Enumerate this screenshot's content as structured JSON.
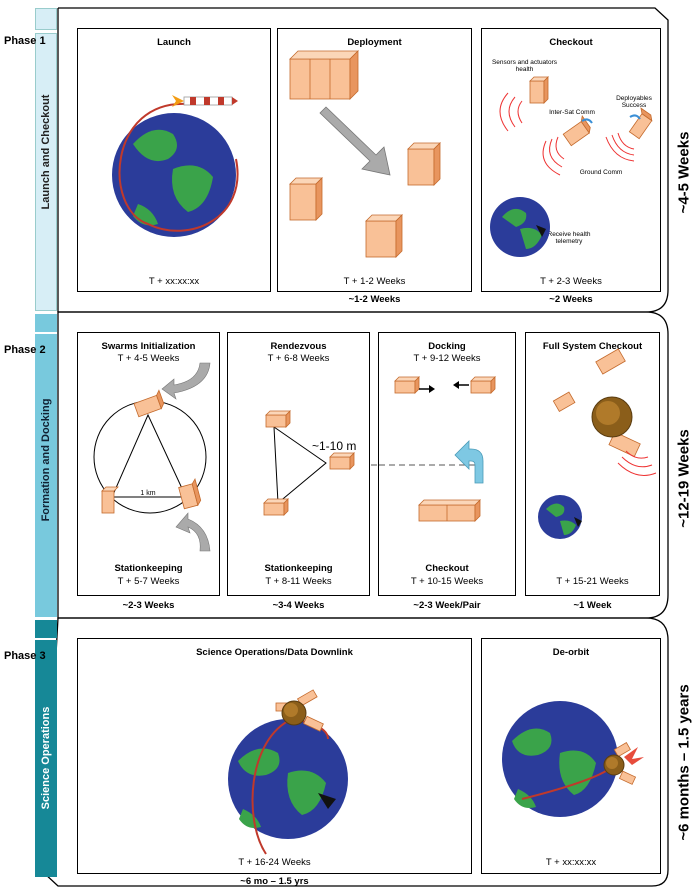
{
  "phases": [
    {
      "label": "Phase 1",
      "sidebar": "Launch and Checkout",
      "duration": "~4-5 Weeks",
      "panels": [
        {
          "title": "Launch",
          "time": "T + xx:xx:xx",
          "duration": ""
        },
        {
          "title": "Deployment",
          "time": "T + 1-2 Weeks",
          "duration": "~1-2 Weeks"
        },
        {
          "title": "Checkout",
          "time": "T + 2-3 Weeks",
          "duration": "~2 Weeks",
          "annotations": {
            "sensors": "Sensors and actuators health",
            "intersat": "Inter-Sat Comm",
            "deployables": "Deployables Success",
            "ground": "Ground Comm",
            "receive": "Receive health telemetry"
          }
        }
      ]
    },
    {
      "label": "Phase 2",
      "sidebar": "Formation and Docking",
      "duration": "~12-19 Weeks",
      "panels": [
        {
          "title": "Swarms Initialization",
          "time": "T + 4-5 Weeks",
          "title2": "Stationkeeping",
          "time2": "T + 5-7 Weeks",
          "duration": "~2-3 Weeks",
          "distance": "1 km"
        },
        {
          "title": "Rendezvous",
          "time": "T + 6-8 Weeks",
          "title2": "Stationkeeping",
          "time2": "T + 8-11 Weeks",
          "duration": "~3-4 Weeks",
          "distance": "~1-10 m"
        },
        {
          "title": "Docking",
          "time": "T + 9-12 Weeks",
          "title2": "Checkout",
          "time2": "T + 10-15 Weeks",
          "duration": "~2-3 Week/Pair"
        },
        {
          "title": "Full System Checkout",
          "time": "T + 15-21 Weeks",
          "duration": "~1 Week"
        }
      ]
    },
    {
      "label": "Phase 3",
      "sidebar": "Science Operations",
      "duration": "~6 months – 1.5 years",
      "panels": [
        {
          "title": "Science Operations/Data Downlink",
          "time": "T + 16-24 Weeks",
          "duration": "~6 mo – 1.5 yrs"
        },
        {
          "title": "De-orbit",
          "time": "T + xx:xx:xx",
          "duration": ""
        }
      ]
    }
  ],
  "colors": {
    "phase1_bar": "#d7eef6",
    "phase2_bar": "#78c9dd",
    "phase3_bar": "#168897",
    "cube": "#f9c197",
    "cube_dark": "#e8955e",
    "earth_ocean": "#2b3c9a",
    "earth_land": "#3aa34a",
    "orbit": "#c0392b"
  }
}
